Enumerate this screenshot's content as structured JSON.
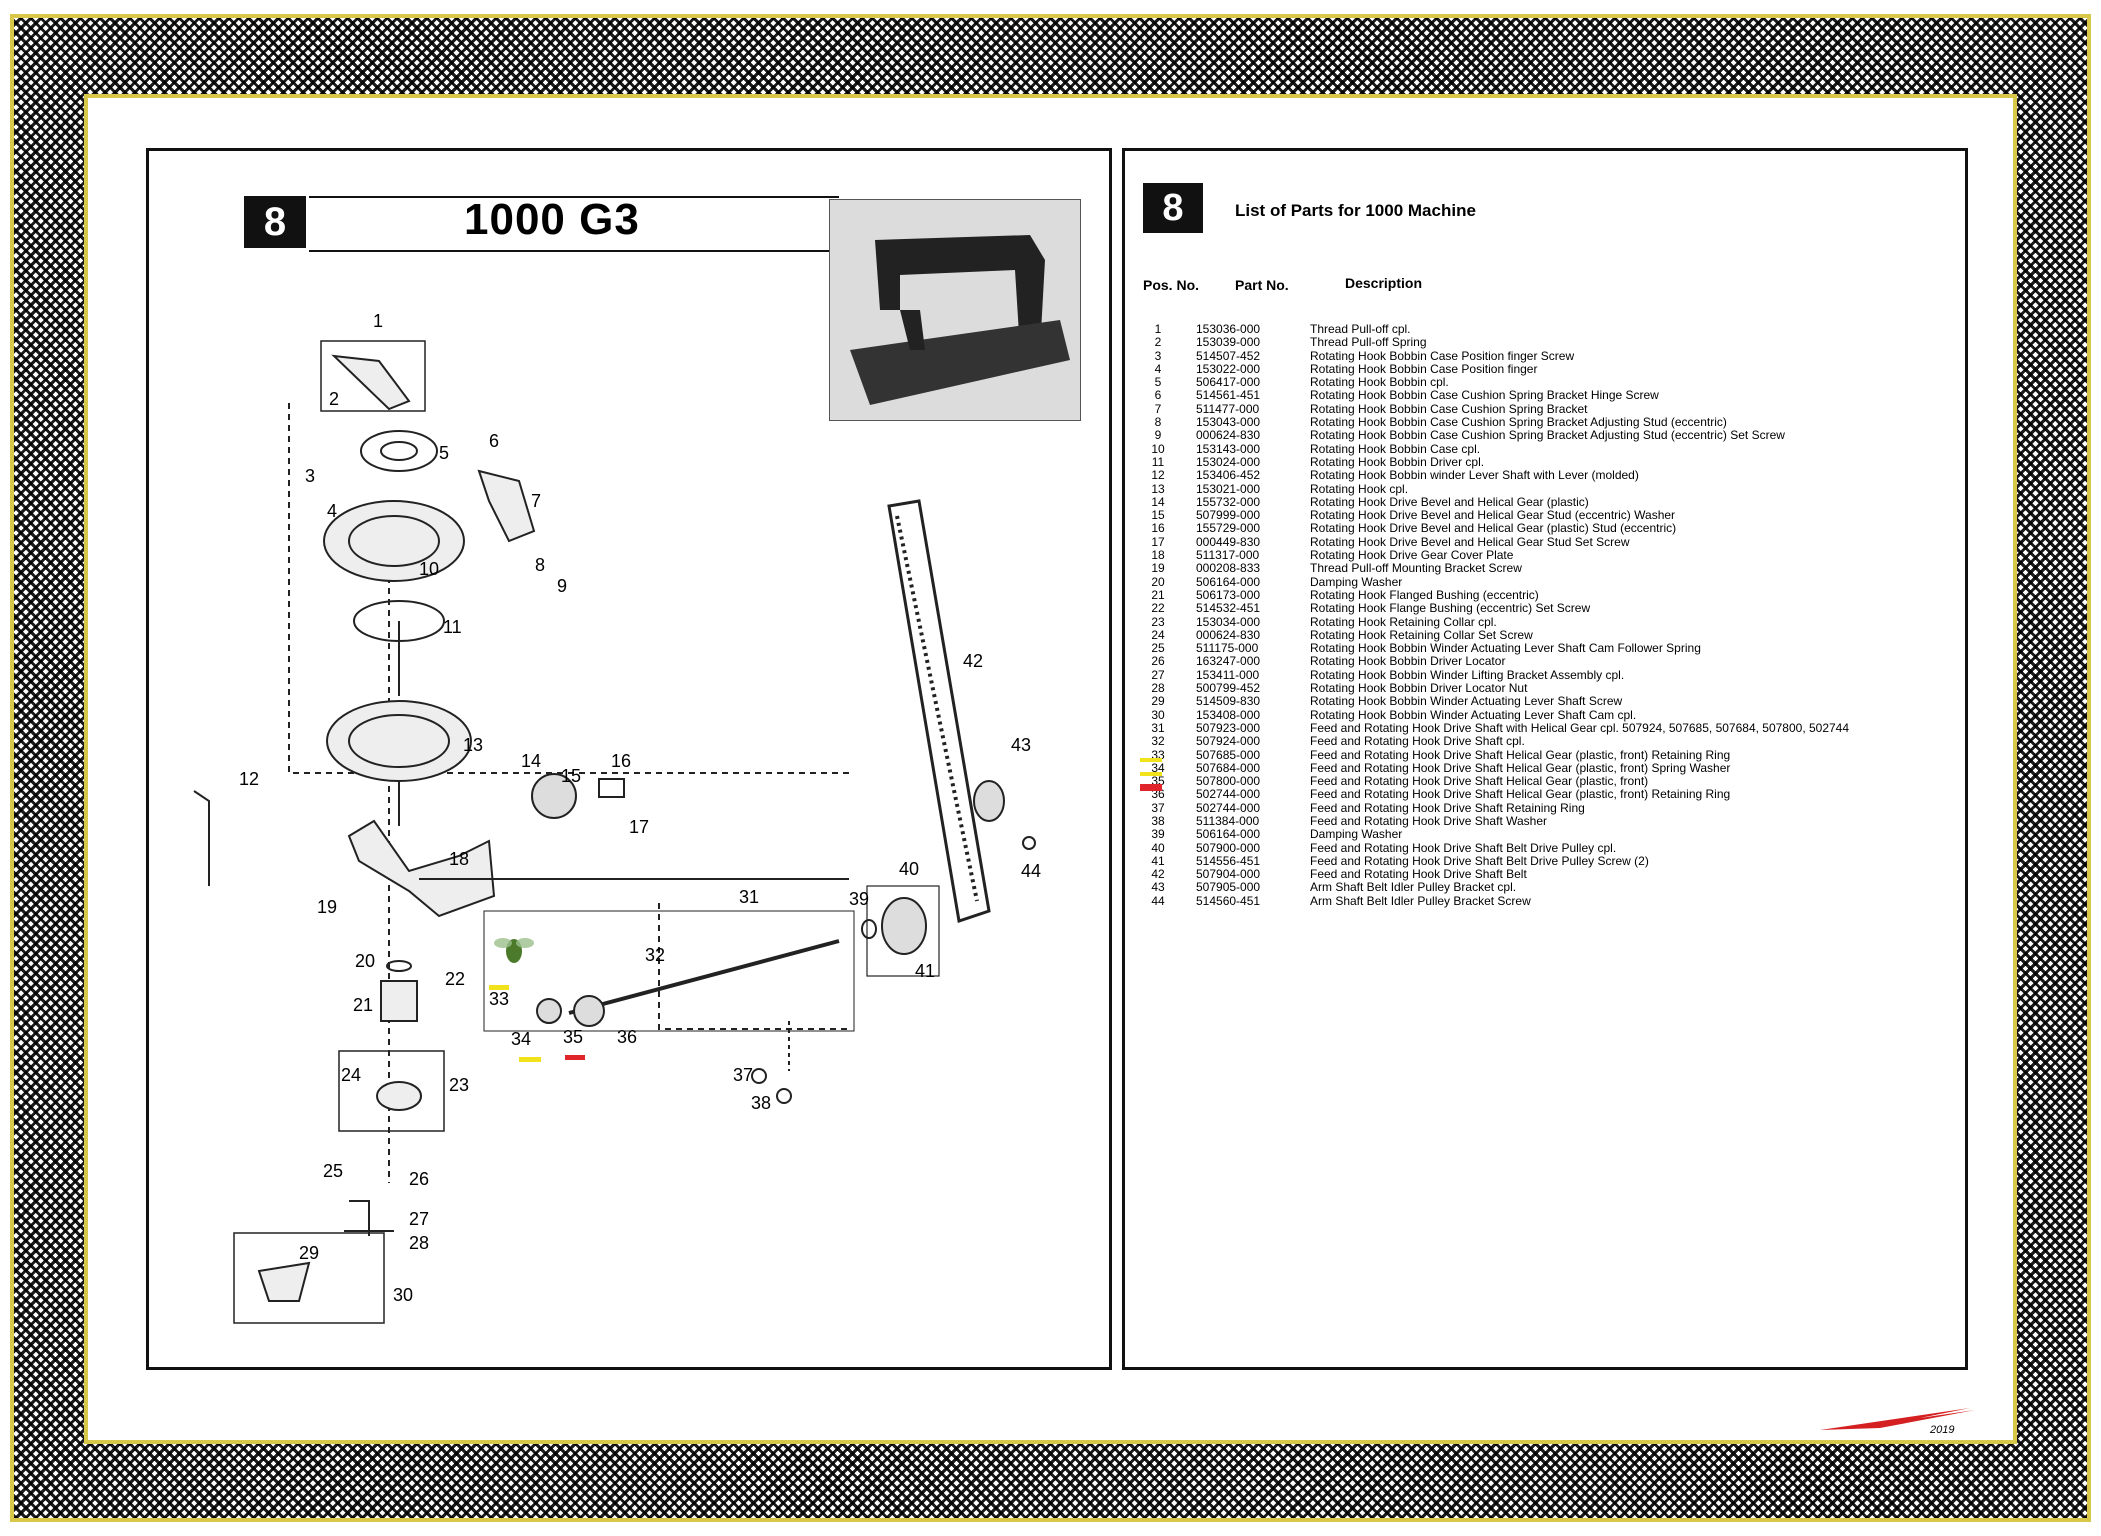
{
  "diagram": {
    "section_number": "8",
    "title": "1000 G3",
    "callouts": [
      "1",
      "2",
      "3",
      "4",
      "5",
      "6",
      "7",
      "8",
      "9",
      "10",
      "11",
      "12",
      "13",
      "14",
      "15",
      "16",
      "17",
      "18",
      "19",
      "20",
      "21",
      "22",
      "23",
      "24",
      "25",
      "26",
      "27",
      "28",
      "29",
      "30",
      "31",
      "32",
      "33",
      "34",
      "35",
      "36",
      "37",
      "38",
      "39",
      "40",
      "41",
      "42",
      "43",
      "44"
    ]
  },
  "parts_list": {
    "section_number": "8",
    "title": "List of Parts for 1000 Machine",
    "headers": {
      "pos": "Pos. No.",
      "part": "Part No.",
      "desc": "Description"
    },
    "rows": [
      {
        "pos": "1",
        "part": "153036-000",
        "desc": "Thread Pull-off cpl."
      },
      {
        "pos": "2",
        "part": "153039-000",
        "desc": "Thread Pull-off Spring"
      },
      {
        "pos": "3",
        "part": "514507-452",
        "desc": "Rotating Hook Bobbin Case Position finger Screw"
      },
      {
        "pos": "4",
        "part": "153022-000",
        "desc": "Rotating Hook Bobbin Case Position finger"
      },
      {
        "pos": "5",
        "part": "506417-000",
        "desc": "Rotating Hook Bobbin cpl."
      },
      {
        "pos": "6",
        "part": "514561-451",
        "desc": "Rotating Hook Bobbin Case Cushion Spring Bracket Hinge Screw"
      },
      {
        "pos": "7",
        "part": "511477-000",
        "desc": "Rotating Hook Bobbin Case Cushion Spring Bracket"
      },
      {
        "pos": "8",
        "part": "153043-000",
        "desc": "Rotating Hook Bobbin Case Cushion Spring Bracket Adjusting Stud (eccentric)"
      },
      {
        "pos": "9",
        "part": "000624-830",
        "desc": "Rotating Hook Bobbin Case Cushion Spring Bracket Adjusting Stud (eccentric) Set Screw"
      },
      {
        "pos": "10",
        "part": "153143-000",
        "desc": "Rotating Hook Bobbin Case cpl."
      },
      {
        "pos": "11",
        "part": "153024-000",
        "desc": "Rotating Hook Bobbin Driver cpl."
      },
      {
        "pos": "12",
        "part": "153406-452",
        "desc": "Rotating Hook Bobbin winder Lever Shaft with Lever (molded)"
      },
      {
        "pos": "13",
        "part": "153021-000",
        "desc": "Rotating Hook cpl."
      },
      {
        "pos": "14",
        "part": "155732-000",
        "desc": "Rotating Hook Drive Bevel and Helical Gear (plastic)"
      },
      {
        "pos": "15",
        "part": "507999-000",
        "desc": "Rotating Hook Drive Bevel and Helical Gear Stud (eccentric) Washer"
      },
      {
        "pos": "16",
        "part": "155729-000",
        "desc": "Rotating Hook Drive Bevel and Helical Gear (plastic) Stud (eccentric)"
      },
      {
        "pos": "17",
        "part": "000449-830",
        "desc": "Rotating Hook Drive Bevel and Helical Gear Stud Set Screw"
      },
      {
        "pos": "18",
        "part": "511317-000",
        "desc": "Rotating Hook Drive Gear Cover Plate"
      },
      {
        "pos": "19",
        "part": "000208-833",
        "desc": "Thread Pull-off Mounting Bracket Screw"
      },
      {
        "pos": "20",
        "part": "506164-000",
        "desc": "Damping Washer"
      },
      {
        "pos": "21",
        "part": "506173-000",
        "desc": "Rotating Hook Flanged Bushing (eccentric)"
      },
      {
        "pos": "22",
        "part": "514532-451",
        "desc": "Rotating Hook Flange Bushing (eccentric) Set Screw"
      },
      {
        "pos": "23",
        "part": "153034-000",
        "desc": "Rotating Hook Retaining Collar cpl."
      },
      {
        "pos": "24",
        "part": "000624-830",
        "desc": "Rotating Hook Retaining Collar Set Screw"
      },
      {
        "pos": "25",
        "part": "511175-000",
        "desc": "Rotating Hook Bobbin Winder Actuating Lever Shaft Cam Follower Spring"
      },
      {
        "pos": "26",
        "part": "163247-000",
        "desc": "Rotating Hook Bobbin Driver Locator"
      },
      {
        "pos": "27",
        "part": "153411-000",
        "desc": "Rotating Hook Bobbin Winder Lifting Bracket Assembly cpl."
      },
      {
        "pos": "28",
        "part": "500799-452",
        "desc": "Rotating Hook Bobbin Driver Locator Nut"
      },
      {
        "pos": "29",
        "part": "514509-830",
        "desc": "Rotating Hook Bobbin Winder Actuating Lever Shaft Screw"
      },
      {
        "pos": "30",
        "part": "153408-000",
        "desc": "Rotating Hook Bobbin Winder Actuating Lever Shaft Cam cpl."
      },
      {
        "pos": "31",
        "part": "507923-000",
        "desc": "Feed and Rotating Hook Drive Shaft with Helical Gear cpl. 507924, 507685, 507684, 507800, 502744"
      },
      {
        "pos": "32",
        "part": "507924-000",
        "desc": "Feed and Rotating Hook Drive Shaft cpl."
      },
      {
        "pos": "33",
        "part": "507685-000",
        "desc": "Feed and Rotating Hook Drive Shaft Helical Gear (plastic, front) Retaining Ring"
      },
      {
        "pos": "34",
        "part": "507684-000",
        "desc": "Feed and Rotating Hook Drive Shaft Helical Gear (plastic, front) Spring Washer"
      },
      {
        "pos": "35",
        "part": "507800-000",
        "desc": "Feed and Rotating Hook Drive Shaft Helical Gear (plastic, front)"
      },
      {
        "pos": "36",
        "part": "502744-000",
        "desc": "Feed and Rotating Hook Drive Shaft Helical Gear (plastic, front) Retaining Ring"
      },
      {
        "pos": "37",
        "part": "502744-000",
        "desc": "Feed and Rotating Hook Drive Shaft Retaining Ring"
      },
      {
        "pos": "38",
        "part": "511384-000",
        "desc": "Feed and Rotating Hook Drive Shaft Washer"
      },
      {
        "pos": "39",
        "part": "506164-000",
        "desc": "Damping Washer"
      },
      {
        "pos": "40",
        "part": "507900-000",
        "desc": "Feed and Rotating Hook Drive Shaft Belt Drive Pulley cpl."
      },
      {
        "pos": "41",
        "part": "514556-451",
        "desc": "Feed and Rotating Hook Drive Shaft Belt Drive Pulley Screw (2)"
      },
      {
        "pos": "42",
        "part": "507904-000",
        "desc": "Feed and Rotating Hook Drive Shaft Belt"
      },
      {
        "pos": "43",
        "part": "507905-000",
        "desc": "Arm Shaft Belt Idler Pulley Bracket cpl."
      },
      {
        "pos": "44",
        "part": "514560-451",
        "desc": "Arm Shaft Belt Idler Pulley Bracket Screw"
      }
    ]
  },
  "signature": "2019",
  "colors": {
    "frame_gold": "#d8c84a",
    "highlight_yellow": "#f2e21c",
    "highlight_red": "#e0242c"
  }
}
